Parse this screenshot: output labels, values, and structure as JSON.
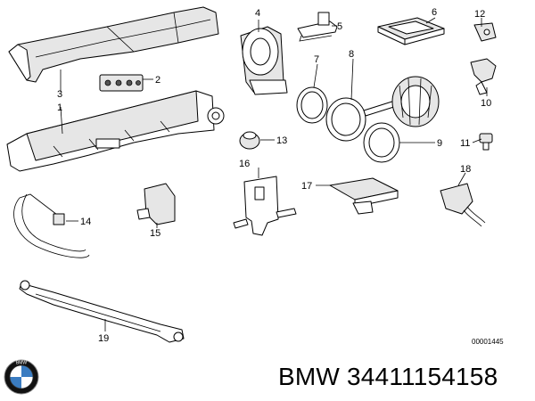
{
  "diagram": {
    "reference_number": "00001445",
    "callouts": [
      "1",
      "2",
      "3",
      "4",
      "5",
      "6",
      "7",
      "8",
      "9",
      "10",
      "11",
      "12",
      "13",
      "14",
      "15",
      "16",
      "17",
      "18",
      "19"
    ]
  },
  "footer": {
    "caption": "BMW 34411154158",
    "logo_icon": "bmw-roundel-icon",
    "logo_letters": "BMW"
  },
  "colors": {
    "ink": "#000000",
    "shade": "#e6e6e6",
    "logo_blue": "#3a7cc1"
  }
}
